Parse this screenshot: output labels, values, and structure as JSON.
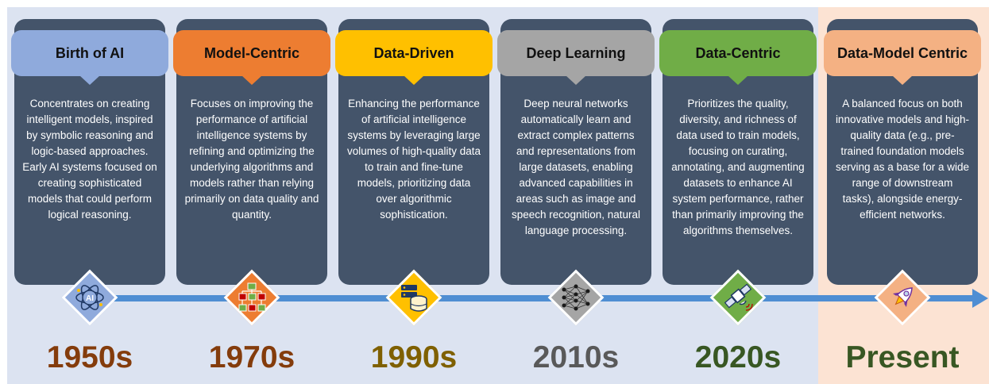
{
  "eras": [
    {
      "title": "Birth of AI",
      "description": "Concentrates on creating intelligent models, inspired by symbolic reasoning and logic-based approaches. Early AI systems focused on creating sophisticated models that could perform logical reasoning.",
      "year": "1950s",
      "icon": "ai-brain-icon",
      "color": "#8faadc",
      "year_color": "#843c0c"
    },
    {
      "title": "Model-Centric",
      "description": "Focuses on improving the performance of artificial intelligence systems by refining and optimizing the underlying algorithms and models rather than relying primarily on data quality and quantity.",
      "year": "1970s",
      "icon": "flowchart-icon",
      "color": "#ed7d31",
      "year_color": "#843c0c"
    },
    {
      "title": "Data-Driven",
      "description": "Enhancing the performance of artificial intelligence systems by leveraging large volumes of high-quality data to train and fine-tune models, prioritizing data over algorithmic sophistication.",
      "year": "1990s",
      "icon": "database-server-icon",
      "color": "#ffc000",
      "year_color": "#7f6000"
    },
    {
      "title": "Deep Learning",
      "description": "Deep neural networks automatically learn and extract complex patterns and representations from large datasets, enabling advanced capabilities in areas such as image and speech recognition, natural language processing.",
      "year": "2010s",
      "icon": "neural-network-icon",
      "color": "#a5a5a5",
      "year_color": "#595959"
    },
    {
      "title": "Data-Centric",
      "description": "Prioritizes the quality, diversity, and richness of data used to train models, focusing on curating, annotating, and augmenting datasets to enhance AI system performance, rather than primarily improving the algorithms themselves.",
      "year": "2020s",
      "icon": "satellite-icon",
      "color": "#70ad47",
      "year_color": "#385723"
    },
    {
      "title": "Data-Model Centric",
      "description": "A balanced focus on both innovative models and high-quality data (e.g., pre-trained foundation models serving as a base for a wide range of downstream tasks), alongside energy-efficient networks.",
      "year": "Present",
      "icon": "rocket-icon",
      "color": "#f4b183",
      "year_color": "#385723"
    }
  ]
}
